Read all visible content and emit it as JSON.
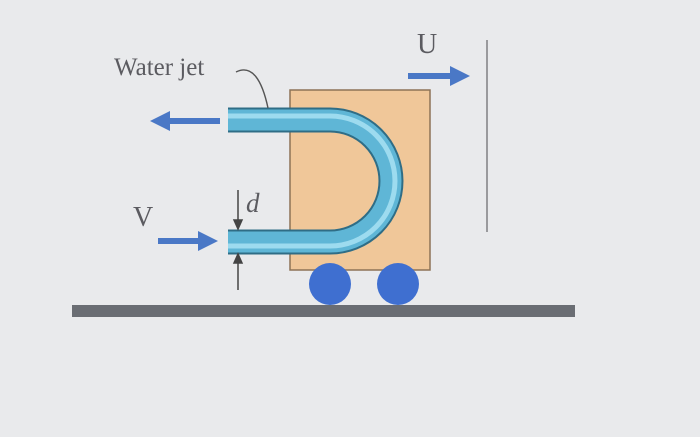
{
  "labels": {
    "water_jet": "Water jet",
    "cart_velocity": "U",
    "jet_velocity": "V",
    "jet_diameter": "d"
  },
  "colors": {
    "background": "#e9eaec",
    "cart": "#f0c799",
    "cart_outline": "#8d7356",
    "jet_tube": "#5fb6d6",
    "jet_highlight": "#a8e2f3",
    "arrows": "#4a78c6",
    "wheels": "#3f6fd0",
    "ground": "#6a6d73",
    "wall": "#9a9a9d",
    "dimension_lines": "#444444"
  }
}
